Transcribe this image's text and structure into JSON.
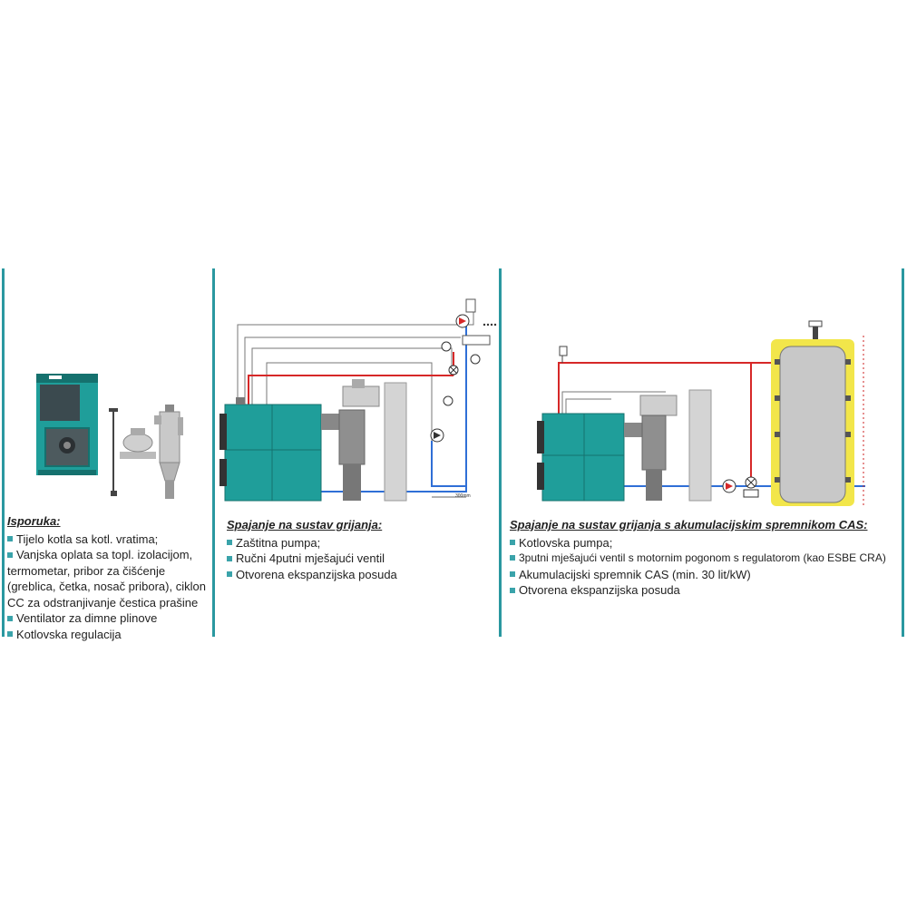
{
  "colors": {
    "divider": "#2a98a0",
    "boiler": "#1f9e9a",
    "boiler_dark": "#15716e",
    "supply_pipe": "#d62828",
    "return_pipe": "#2f6fd6",
    "tank_jacket": "#f2e64a",
    "tank_body": "#c8c8c8",
    "chimney": "#d4d4d4",
    "bullet": "#3aa3aa"
  },
  "panels": [
    {
      "title": "Isporuka:",
      "items": [
        "Tijelo kotla sa kotl. vratima;",
        "Vanjska oplata sa topl. izolacijom, termometar, pribor za čišćenje (greblica, četka, nosač pribora), ciklon CC za odstranjivanje čestica prašine",
        "Ventilator za dimne plinove",
        "Kotlovska regulacija"
      ]
    },
    {
      "title": "Spajanje na sustav grijanja:",
      "items": [
        "Zaštitna pumpa;",
        "Ručni 4putni mješajući ventil",
        "Otvorena ekspanzijska posuda"
      ],
      "dimension_label": "300mm"
    },
    {
      "title": "Spajanje na sustav grijanja s akumulacijskim spremnikom CAS:",
      "items": [
        "Kotlovska pumpa;",
        "3putni mješajući ventil s motornim pogonom s regulatorom (kao ESBE CRA)",
        "Akumulacijski spremnik CAS (min. 30 lit/kW)",
        "Otvorena ekspanzijska posuda"
      ]
    }
  ],
  "icons": [
    "boiler-icon",
    "fan-icon",
    "cyclone-icon",
    "chimney-icon",
    "pump-icon",
    "thermometer-icon",
    "mixing-valve-icon",
    "expansion-vessel-icon",
    "buffer-tank-icon"
  ]
}
